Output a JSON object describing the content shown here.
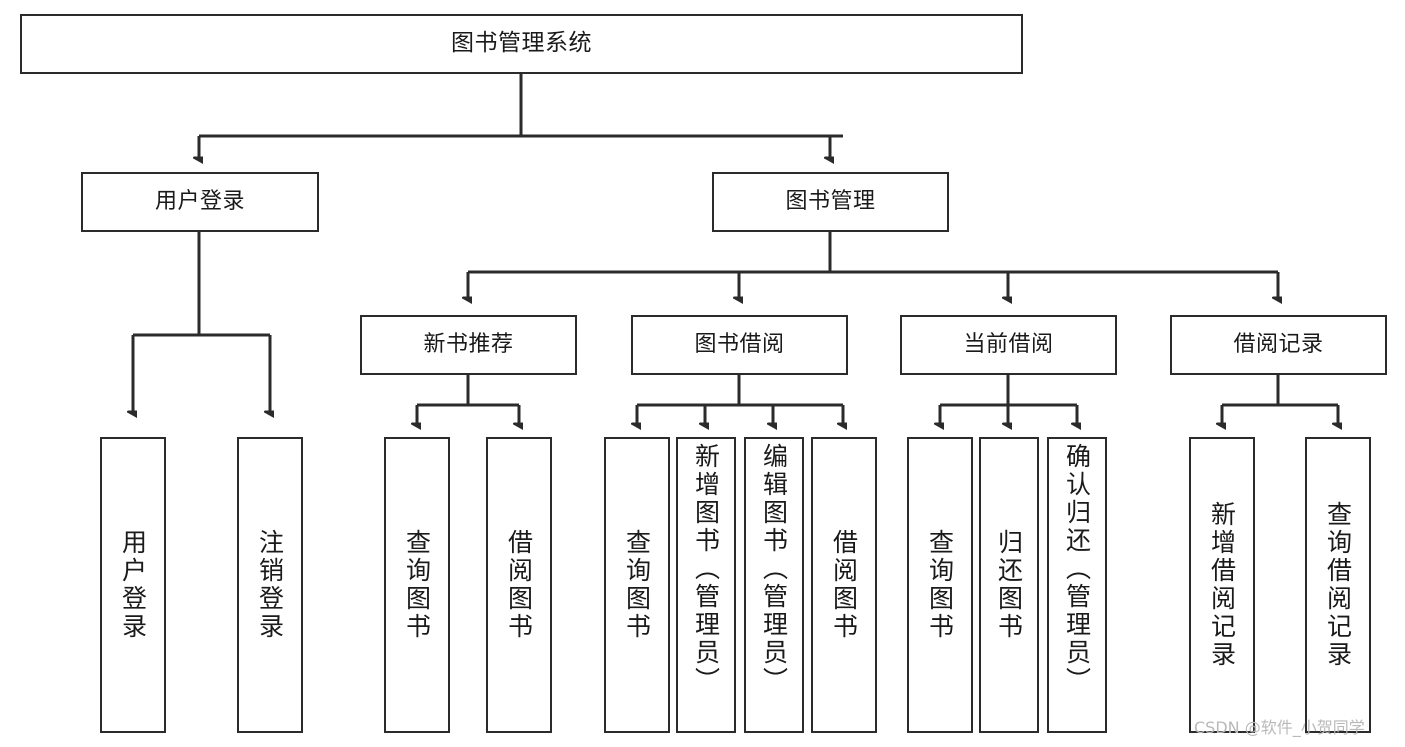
{
  "diagram": {
    "title": "图书管理系统",
    "type": "功能结构图",
    "root": {
      "id": "root",
      "label": "图书管理系统"
    },
    "level2": [
      {
        "id": "user-login",
        "label": "用户登录"
      },
      {
        "id": "book-manage",
        "label": "图书管理"
      }
    ],
    "level3": [
      {
        "id": "new-book-recommend",
        "label": "新书推荐",
        "parent": "book-manage"
      },
      {
        "id": "book-borrow",
        "label": "图书借阅",
        "parent": "book-manage"
      },
      {
        "id": "current-borrow",
        "label": "当前借阅",
        "parent": "book-manage"
      },
      {
        "id": "borrow-record",
        "label": "借阅记录",
        "parent": "book-manage"
      }
    ],
    "leaves": [
      {
        "id": "leaf-user-login",
        "label": "用户登录",
        "parent": "user-login"
      },
      {
        "id": "leaf-logout-login",
        "label": "注销登录",
        "parent": "user-login"
      },
      {
        "id": "leaf-query-book-1",
        "label": "查询图书",
        "parent": "new-book-recommend"
      },
      {
        "id": "leaf-borrow-book-1",
        "label": "借阅图书",
        "parent": "new-book-recommend"
      },
      {
        "id": "leaf-query-book-2",
        "label": "查询图书",
        "parent": "book-borrow"
      },
      {
        "id": "leaf-add-book",
        "label": "新增图书（管理员）",
        "parent": "book-borrow"
      },
      {
        "id": "leaf-edit-book",
        "label": "编辑图书（管理员）",
        "parent": "book-borrow"
      },
      {
        "id": "leaf-borrow-book-2",
        "label": "借阅图书",
        "parent": "book-borrow"
      },
      {
        "id": "leaf-query-book-3",
        "label": "查询图书",
        "parent": "current-borrow"
      },
      {
        "id": "leaf-return-book",
        "label": "归还图书",
        "parent": "current-borrow"
      },
      {
        "id": "leaf-confirm-return",
        "label": "确认归还（管理员）",
        "parent": "current-borrow"
      },
      {
        "id": "leaf-add-record",
        "label": "新增借阅记录",
        "parent": "borrow-record"
      },
      {
        "id": "leaf-query-record",
        "label": "查询借阅记录",
        "parent": "borrow-record"
      }
    ],
    "watermark": "CSDN @软件_小贺同学",
    "colors": {
      "stroke": "#2b2b2b",
      "fill": "#ffffff",
      "text": "#1a1a1a",
      "watermark": "#b9b9b9"
    }
  }
}
